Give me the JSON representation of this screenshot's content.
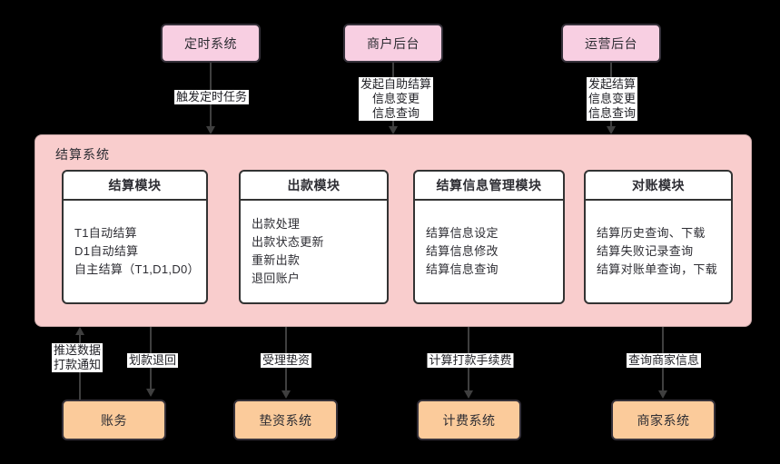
{
  "diagram": {
    "container_title": "结算系统",
    "top_systems": [
      {
        "label": "定时系统",
        "edge": {
          "to": "结算系统",
          "direction": "down",
          "lines": [
            "触发定时任务"
          ]
        }
      },
      {
        "label": "商户后台",
        "edge": {
          "to": "结算系统",
          "direction": "down",
          "lines": [
            "发起自助结算",
            "信息变更",
            "信息查询"
          ]
        }
      },
      {
        "label": "运营后台",
        "edge": {
          "to": "结算系统",
          "direction": "down",
          "lines": [
            "发起结算",
            "信息变更",
            "信息查询"
          ]
        }
      }
    ],
    "modules": [
      {
        "title": "结算模块",
        "items": [
          "T1自动结算",
          "D1自动结算",
          "自主结算（T1,D1,D0）"
        ]
      },
      {
        "title": "出款模块",
        "items": [
          "出款处理",
          "出款状态更新",
          "重新出款",
          "退回账户"
        ]
      },
      {
        "title": "结算信息管理模块",
        "items": [
          "结算信息设定",
          "结算信息修改",
          "结算信息查询"
        ]
      },
      {
        "title": "对账模块",
        "items": [
          "结算历史查询、下载",
          "结算失败记录查询",
          "结算对账单查询，下载"
        ]
      }
    ],
    "bottom_systems": [
      {
        "label": "账务"
      },
      {
        "label": "垫资系统"
      },
      {
        "label": "计费系统"
      },
      {
        "label": "商家系统"
      }
    ],
    "bottom_edges": [
      {
        "direction": "up",
        "lines": [
          "推送数据",
          "打款通知"
        ]
      },
      {
        "direction": "down",
        "lines": [
          "划款退回"
        ]
      },
      {
        "direction": "down",
        "lines": [
          "受理垫资"
        ]
      },
      {
        "direction": "down",
        "lines": [
          "计算打款手续费"
        ]
      },
      {
        "direction": "down",
        "lines": [
          "查询商家信息"
        ]
      }
    ]
  },
  "colors": {
    "background": "#000000",
    "top_box_fill": "#f8cfe2",
    "bottom_box_fill": "#fbcb9b",
    "box_border": "#35313a",
    "container_fill": "#f9cdcd",
    "container_border": "#c9a8a8",
    "module_fill": "#ffffff",
    "module_border": "#333333",
    "arrow": "#3f3f3f",
    "label_bg": "#ffffff",
    "text": "#2d2d33"
  }
}
